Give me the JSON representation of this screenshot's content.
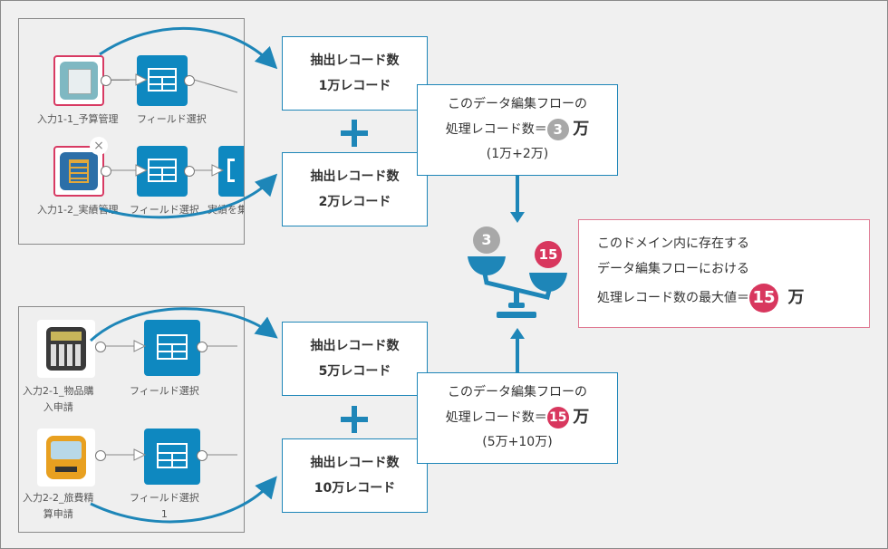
{
  "group1": {
    "nodes": [
      {
        "label": "入力1-1_予算管理",
        "type": "input",
        "icon": "spreadsheet-icon"
      },
      {
        "label": "フィールド選択",
        "type": "field-select",
        "icon": "table-icon"
      },
      {
        "label": "入力1-2_実績管理",
        "type": "input",
        "icon": "abacus-icon"
      },
      {
        "label": "フィールド選択",
        "type": "field-select",
        "icon": "table-icon"
      },
      {
        "label": "実績を集",
        "type": "aggregate",
        "icon": "bracket-icon"
      }
    ],
    "close_icon": "×"
  },
  "group2": {
    "nodes": [
      {
        "label_line1": "入力2-1_物品購",
        "label_line2": "入申請",
        "type": "input",
        "icon": "calculator-icon"
      },
      {
        "label": "フィールド選択",
        "type": "field-select",
        "icon": "table-icon"
      },
      {
        "label_line1": "入力2-2_旅費精",
        "label_line2": "算申請",
        "type": "input",
        "icon": "bus-icon"
      },
      {
        "label_line1": "フィールド選択",
        "label_line2": "1",
        "type": "field-select",
        "icon": "table-icon"
      }
    ]
  },
  "extract_boxes": [
    {
      "line1": "抽出レコード数",
      "line2": "1万レコード"
    },
    {
      "line1": "抽出レコード数",
      "line2": "2万レコード"
    },
    {
      "line1": "抽出レコード数",
      "line2": "5万レコード"
    },
    {
      "line1": "抽出レコード数",
      "line2": "10万レコード"
    }
  ],
  "calc_boxes": [
    {
      "line1": "このデータ編集フローの",
      "line2_prefix": "処理レコード数＝",
      "value": "3",
      "unit": "万",
      "line3": "(1万+2万)",
      "badge_color": "#a8a8a8"
    },
    {
      "line1": "このデータ編集フローの",
      "line2_prefix": "処理レコード数＝",
      "value": "15",
      "unit": "万",
      "line3": "(5万+10万)",
      "badge_color": "#d8375e"
    }
  ],
  "scale": {
    "left_value": "3",
    "right_value": "15"
  },
  "result": {
    "line1": "このドメイン内に存在する",
    "line2": "データ編集フローにおける",
    "line3_prefix": "処理レコード数の最大値＝",
    "value": "15",
    "unit": "万"
  },
  "colors": {
    "accent": "#1e86b8",
    "highlight": "#d8375e",
    "neutral_badge": "#a8a8a8"
  }
}
